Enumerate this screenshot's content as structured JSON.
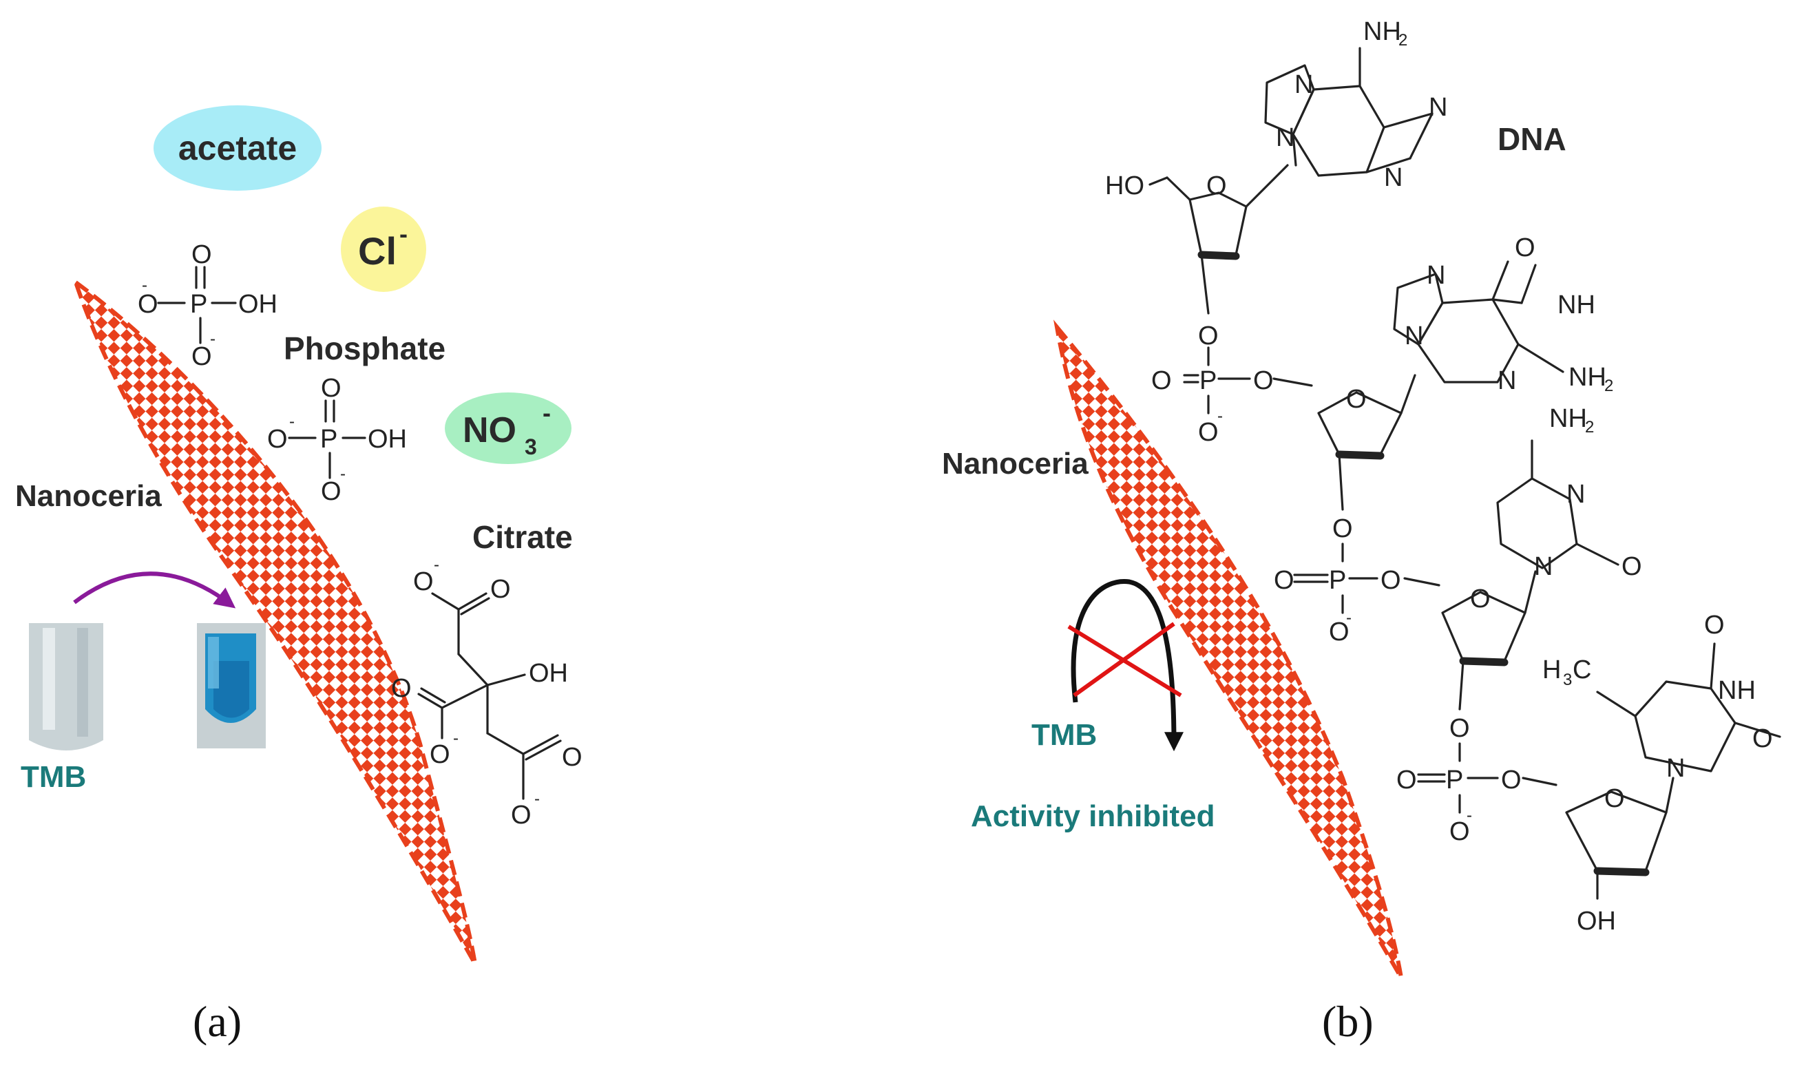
{
  "panel_a": {
    "caption": "(a)",
    "nanoceria_label": "Nanoceria",
    "tmb_label": "TMB",
    "ions": {
      "acetate": "acetate",
      "chloride": "Cl",
      "chloride_charge": "-",
      "phosphate": "Phosphate",
      "nitrate": "NO",
      "nitrate_sub": "3",
      "nitrate_charge": "-",
      "citrate": "Citrate"
    },
    "phosphate_atoms": {
      "O": "O",
      "P": "P",
      "OH": "OH",
      "minus": "-"
    },
    "citrate_atoms": {
      "O": "O",
      "OH": "OH",
      "minus": "-"
    },
    "colors": {
      "acetate_bubble": "#a8ecf7",
      "chloride_bubble": "#fbf59a",
      "nitrate_bubble": "#a8efc2",
      "nanoceria": "#e8401c",
      "arrow_purple": "#8a1a9a",
      "tmb_text": "#1a7a7a"
    }
  },
  "panel_b": {
    "caption": "(b)",
    "nanoceria_label": "Nanoceria",
    "dna_label": "DNA",
    "tmb_label": "TMB",
    "status_label": "Activity inhibited",
    "atoms": {
      "HO": "HO",
      "OH": "OH",
      "O": "O",
      "N": "N",
      "NH": "NH",
      "NH2": "NH",
      "sub2": "2",
      "P": "P",
      "H3C": "H",
      "sub3": "3",
      "C": "C",
      "minus": "-"
    },
    "colors": {
      "cross": "#e01414",
      "arrow": "#111111",
      "status_text": "#1a7a7a"
    }
  }
}
